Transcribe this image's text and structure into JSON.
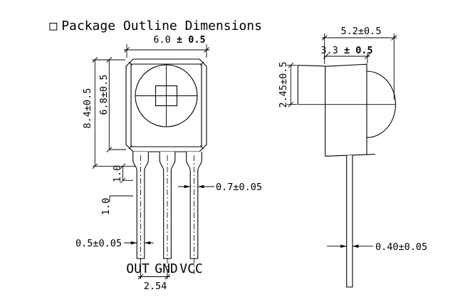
{
  "title": {
    "bullet": "□",
    "text": "Package Outline Dimensions"
  },
  "front_view": {
    "dim_body_width": {
      "value": "6.0 ",
      "tolerance": "± 0.5"
    },
    "dim_total_height": "8.4±0.5",
    "dim_body_height": "6.8±0.5",
    "dim_lead_section_upper": "1.0",
    "dim_lead_section_lower": "1.0",
    "dim_lead_width_upper": "0.7±0.05",
    "dim_lead_width_lower": "0.5±0.05",
    "dim_lead_pitch": "2.54",
    "pin_labels": [
      "OUT",
      "GND",
      "VCC"
    ]
  },
  "side_view": {
    "dim_total_depth": "5.2±0.5",
    "dim_body_depth": {
      "value": "3.3 ",
      "tolerance": "± 0.5"
    },
    "dim_tab_height": "2.45±0.5",
    "dim_lead_thickness": "0.40±0.05"
  },
  "colors": {
    "line": "#000000",
    "background": "#ffffff"
  }
}
